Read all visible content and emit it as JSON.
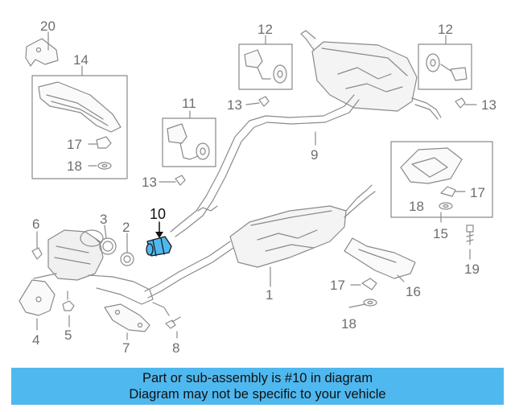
{
  "diagram": {
    "highlight_color": "#4fb8ef",
    "line_color": "#8a8a8a",
    "callouts": {
      "c1": "1",
      "c2": "2",
      "c3": "3",
      "c4": "4",
      "c5": "5",
      "c6": "6",
      "c7": "7",
      "c8": "8",
      "c9": "9",
      "c10": "10",
      "c11": "11",
      "c12a": "12",
      "c12b": "12",
      "c13a": "13",
      "c13b": "13",
      "c13c": "13",
      "c14": "14",
      "c15": "15",
      "c16": "16",
      "c17a": "17",
      "c17b": "17",
      "c17c": "17",
      "c18a": "18",
      "c18b": "18",
      "c18c": "18",
      "c19": "19",
      "c20": "20"
    }
  },
  "caption": {
    "line1": "Part or sub-assembly is #10 in diagram",
    "line2": "Diagram may not be specific to your vehicle",
    "background": "#4fb8ef"
  }
}
